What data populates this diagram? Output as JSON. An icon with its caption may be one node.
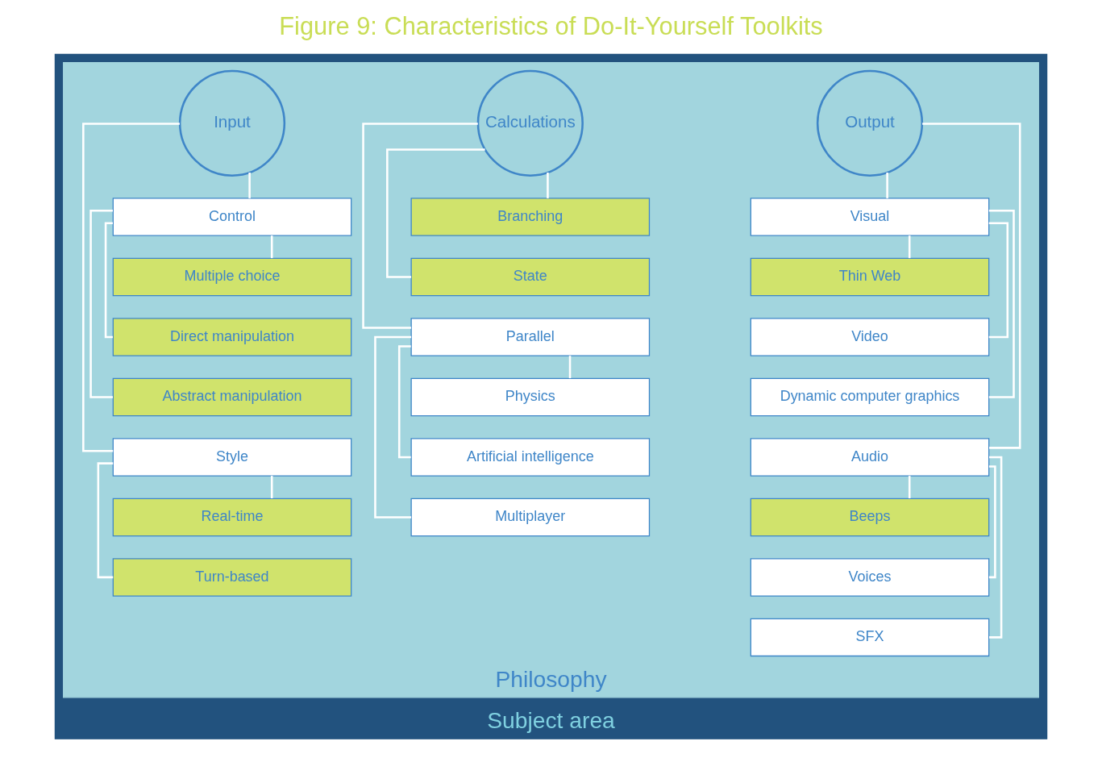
{
  "diagram": {
    "title": "Figure 9: Characteristics of Do-It-Yourself Toolkits",
    "nodes": [
      {
        "text": [
          "Subject area"
        ]
      },
      {
        "text": [
          "Philosophy"
        ],
        "in": 0
      },
      {
        "text": [
          "Input"
        ],
        "in": 1
      },
      {
        "text": [
          "Control"
        ],
        "in": 1
      },
      {
        "text": [
          "Multiple choice"
        ],
        "in": 1
      },
      {
        "text": [
          "Direct manipulation"
        ],
        "in": 1
      },
      {
        "text": [
          "Abstract manipulation"
        ],
        "in": 1
      },
      {
        "text": [
          "Style"
        ],
        "in": 1
      },
      {
        "text": [
          "Real-time"
        ],
        "in": 1
      },
      {
        "text": [
          "Turn-based"
        ],
        "in": 1
      },
      {
        "text": [
          "Calculations"
        ],
        "in": 1
      },
      {
        "text": [
          "Branching"
        ],
        "in": 1
      },
      {
        "text": [
          "State"
        ],
        "in": 1
      },
      {
        "text": [
          "Parallel"
        ],
        "in": 1
      },
      {
        "text": [
          "Physics"
        ],
        "in": 1
      },
      {
        "text": [
          "Artificial intelligence"
        ],
        "in": 1
      },
      {
        "text": [
          "Multiplayer"
        ],
        "in": 1
      },
      {
        "text": [
          "Output"
        ],
        "in": 1
      },
      {
        "text": [
          "Visual"
        ],
        "in": 1
      },
      {
        "text": [
          "Thin Web"
        ],
        "in": 1
      },
      {
        "text": [
          "Video"
        ],
        "in": 1
      },
      {
        "text": [
          "Dynamic computer graphics"
        ],
        "in": 1
      },
      {
        "text": [
          "Audio"
        ],
        "in": 1
      },
      {
        "text": [
          "Beeps"
        ],
        "in": 1
      },
      {
        "text": [
          "Voices"
        ],
        "in": 1
      },
      {
        "text": [
          "SFX"
        ],
        "in": 1
      }
    ],
    "edges": [
      {
        "from": 2,
        "to": 3,
        "arrow": "none"
      },
      {
        "from": 2,
        "to": 7,
        "arrow": "none"
      },
      {
        "from": 3,
        "to": 4,
        "arrow": "none"
      },
      {
        "from": 3,
        "to": 5,
        "arrow": "none"
      },
      {
        "from": 3,
        "to": 6,
        "arrow": "none"
      },
      {
        "from": 7,
        "to": 8,
        "arrow": "none"
      },
      {
        "from": 7,
        "to": 9,
        "arrow": "none"
      },
      {
        "from": 10,
        "to": 11,
        "arrow": "none"
      },
      {
        "from": 10,
        "to": 12,
        "arrow": "none"
      },
      {
        "from": 10,
        "to": 13,
        "arrow": "none"
      },
      {
        "from": 13,
        "to": 14,
        "arrow": "none"
      },
      {
        "from": 13,
        "to": 15,
        "arrow": "none"
      },
      {
        "from": 13,
        "to": 16,
        "arrow": "none"
      },
      {
        "from": 17,
        "to": 18,
        "arrow": "none"
      },
      {
        "from": 17,
        "to": 22,
        "arrow": "none"
      },
      {
        "from": 18,
        "to": 19,
        "arrow": "none"
      },
      {
        "from": 18,
        "to": 20,
        "arrow": "none"
      },
      {
        "from": 18,
        "to": 21,
        "arrow": "none"
      },
      {
        "from": 22,
        "to": 23,
        "arrow": "none"
      },
      {
        "from": 22,
        "to": 24,
        "arrow": "none"
      },
      {
        "from": 22,
        "to": 25,
        "arrow": "none"
      }
    ]
  }
}
